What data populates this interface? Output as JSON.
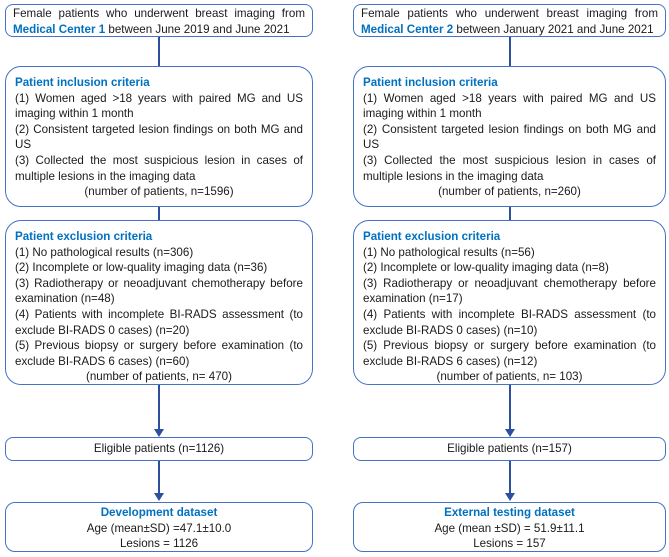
{
  "colors": {
    "box_border": "#4472c4",
    "connector": "#2e4f9e",
    "heading_blue": "#0070c0",
    "body_text": "#1a1a1a"
  },
  "columns": [
    {
      "source": {
        "intro": "Female patients who underwent breast imaging from",
        "center_name": "Medical Center 1",
        "period": "between June 2019 and June 2021"
      },
      "inclusion": {
        "title": "Patient inclusion criteria",
        "items": [
          "(1) Women aged >18 years with paired MG and US imaging within 1 month",
          "(2) Consistent targeted lesion findings on both MG and US",
          "(3) Collected the most suspicious lesion in cases of multiple lesions in the imaging data"
        ],
        "count": "(number of patients, n=1596)"
      },
      "exclusion": {
        "title": "Patient exclusion criteria",
        "items": [
          "(1) No pathological results (n=306)",
          "(2) Incomplete or low-quality imaging data (n=36)",
          "(3) Radiotherapy or neoadjuvant chemotherapy before examination (n=48)",
          "(4) Patients with incomplete BI-RADS assessment (to exclude BI-RADS 0 cases) (n=20)",
          "(5) Previous biopsy or surgery before examination (to exclude BI-RADS 6 cases) (n=60)"
        ],
        "count": "(number of patients, n= 470)"
      },
      "eligible": "Eligible patients (n=1126)",
      "dataset": {
        "title": "Development dataset",
        "age": "Age (mean±SD) =47.1±10.0",
        "lesions": "Lesions = 1126"
      }
    },
    {
      "source": {
        "intro": "Female patients who underwent breast imaging from",
        "center_name": "Medical Center 2",
        "period": "between January 2021 and June 2021"
      },
      "inclusion": {
        "title": "Patient inclusion criteria",
        "items": [
          "(1) Women aged >18 years with paired MG and US imaging within 1 month",
          "(2) Consistent targeted lesion findings on both MG and US",
          "(3) Collected the most suspicious lesion in cases of multiple lesions in the imaging data"
        ],
        "count": "(number of patients, n=260)"
      },
      "exclusion": {
        "title": "Patient exclusion criteria",
        "items": [
          "(1) No pathological results (n=56)",
          "(2) Incomplete or low-quality imaging data (n=8)",
          "(3) Radiotherapy or neoadjuvant chemotherapy before examination (n=17)",
          "(4) Patients with incomplete BI-RADS assessment (to exclude BI-RADS 0 cases) (n=10)",
          "(5) Previous biopsy or surgery before examination (to exclude BI-RADS 6 cases) (n=12)"
        ],
        "count": "(number of patients, n= 103)"
      },
      "eligible": "Eligible patients (n=157)",
      "dataset": {
        "title": "External testing dataset",
        "age": "Age (mean ±SD) = 51.9±11.1",
        "lesions": "Lesions = 157"
      }
    }
  ]
}
